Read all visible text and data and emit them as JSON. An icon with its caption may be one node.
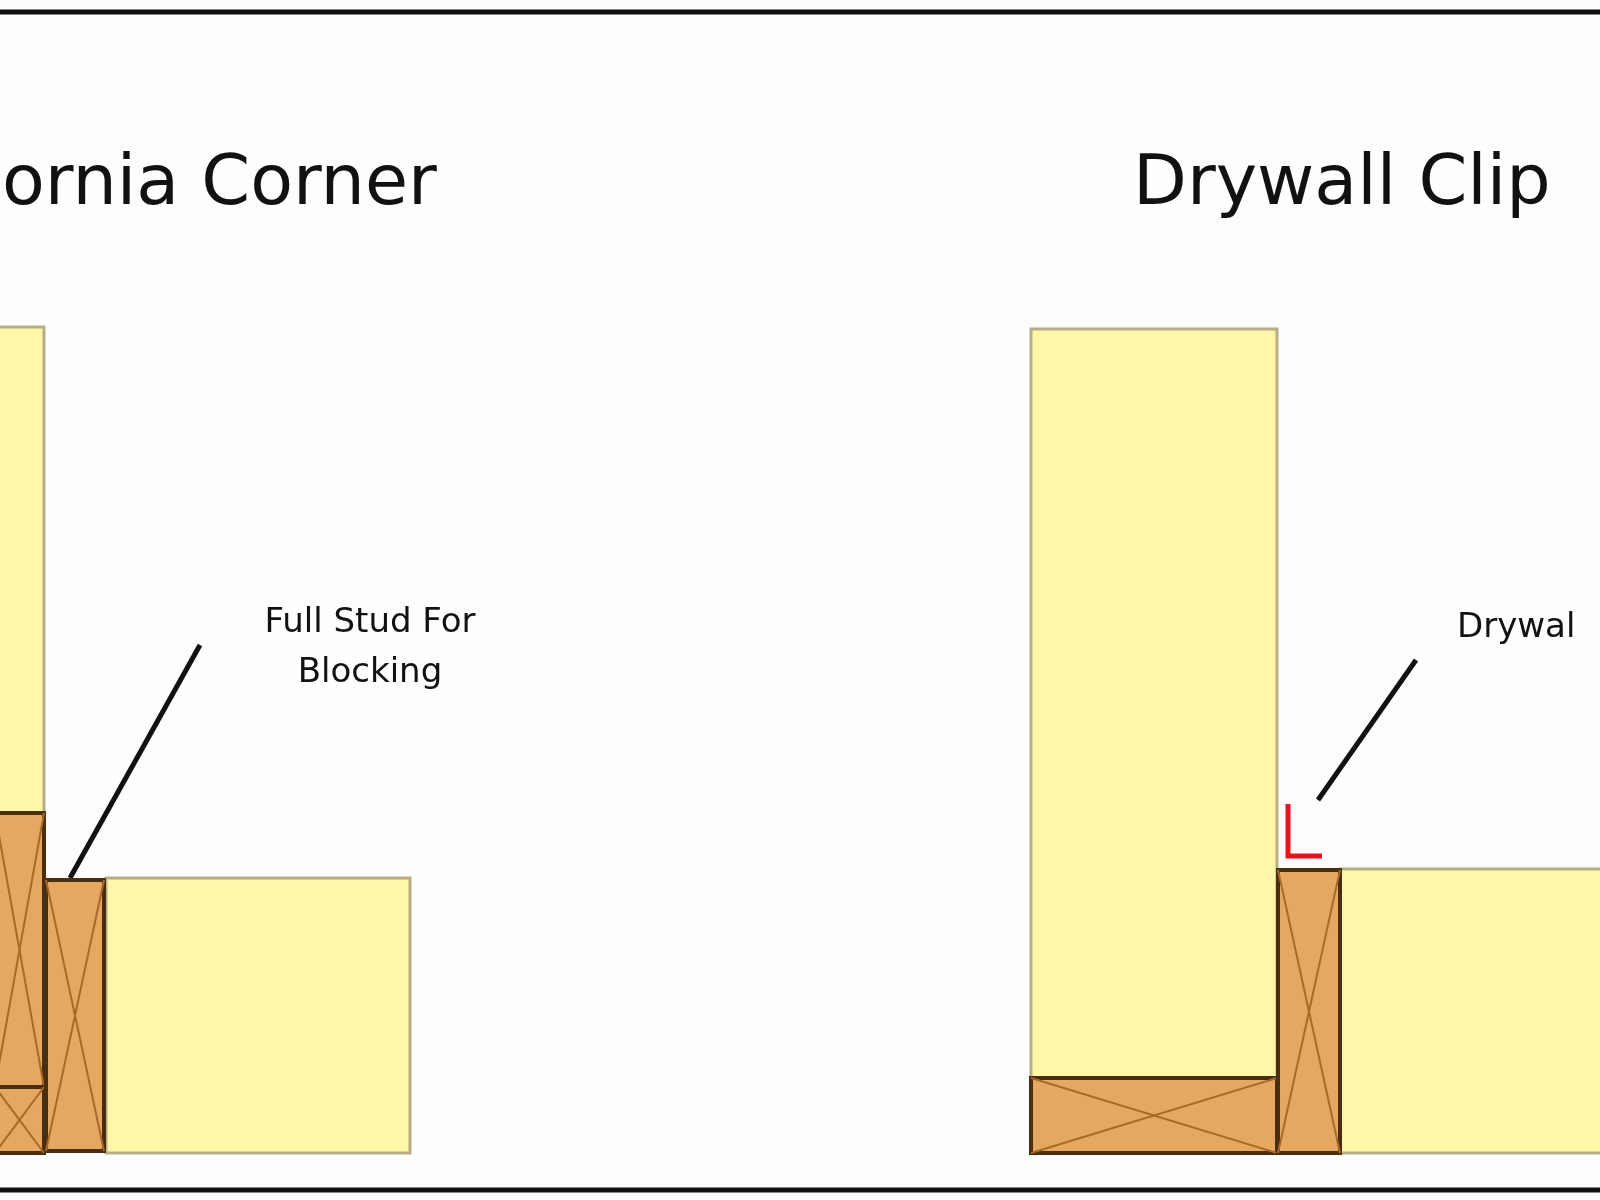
{
  "diagram": {
    "nodes": [
      {
        "text": [
          "Full Stud For Blocking"
        ]
      },
      {
        "text": [],
        "shape": "box"
      },
      {
        "text": [
          "Drywal"
        ]
      },
      {
        "text": [],
        "shape": "picture"
      },
      {
        "text": [],
        "shape": "box"
      }
    ],
    "edges": [
      {
        "from": 0,
        "to": 1,
        "arrow": "none"
      },
      {
        "from": 2,
        "to": 3,
        "arrow": "none"
      }
    ],
    "labels": [
      "ornia Corner",
      "Drywall Clip"
    ]
  }
}
